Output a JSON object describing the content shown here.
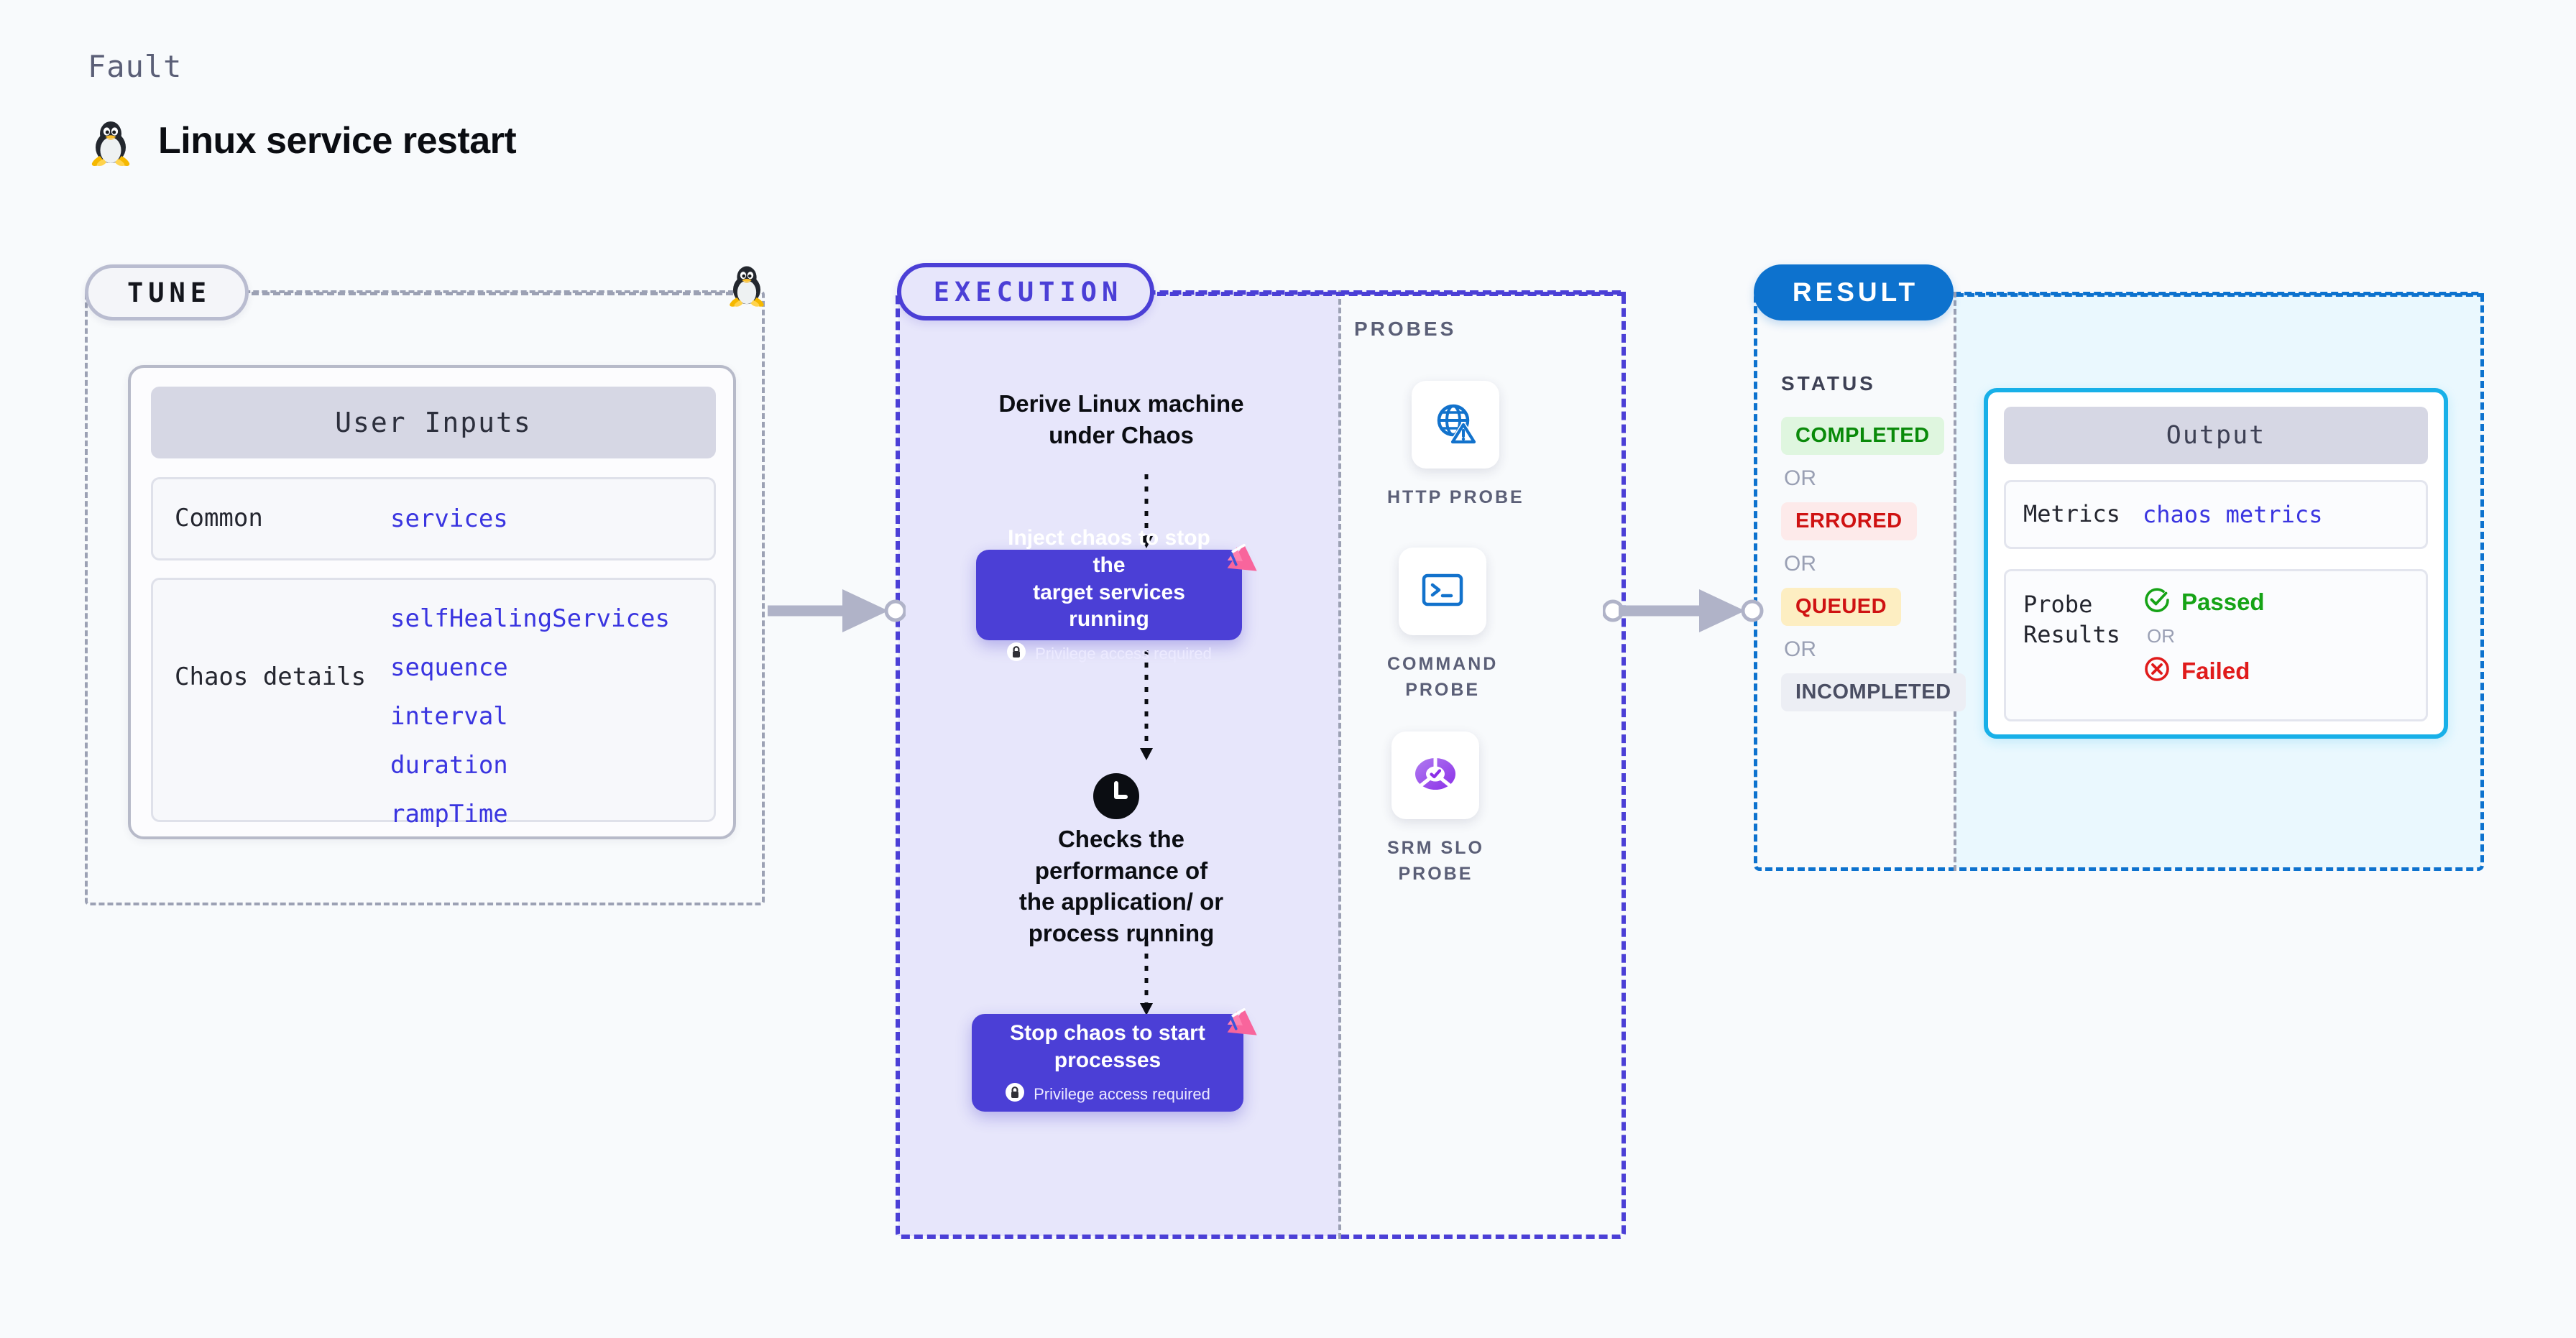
{
  "header": {
    "eyebrow": "Fault",
    "title": "Linux service restart",
    "logo_icon": "tux-penguin-icon"
  },
  "tune": {
    "badge": "TUNE",
    "corner_icon": "tux-penguin-icon",
    "card_title": "User Inputs",
    "sections": [
      {
        "key": "Common",
        "values": [
          "services"
        ]
      },
      {
        "key": "Chaos details",
        "values": [
          "selfHealingServices",
          "sequence",
          "interval",
          "duration",
          "rampTime"
        ]
      }
    ]
  },
  "execution": {
    "badge": "EXECUTION",
    "steps": [
      {
        "type": "text",
        "label": "Derive Linux machine\nunder Chaos"
      },
      {
        "type": "card",
        "label": "Inject chaos to stop the\ntarget services running",
        "note": "Privilege access required",
        "note_icon": "lock-icon",
        "corner_icon": "chaos-badge-icon"
      },
      {
        "type": "icon-text",
        "icon": "clock-icon",
        "label": "Checks the\nperformance of\nthe application/ or\nprocess running"
      },
      {
        "type": "card",
        "label": "Stop chaos to start\nprocesses",
        "note": "Privilege access required",
        "note_icon": "lock-icon",
        "corner_icon": "chaos-badge-icon"
      }
    ],
    "probes_label": "PROBES",
    "probes": [
      {
        "label": "HTTP PROBE",
        "icon": "globe-warning-icon"
      },
      {
        "label": "COMMAND\nPROBE",
        "icon": "terminal-icon"
      },
      {
        "label": "SRM SLO\nPROBE",
        "icon": "slo-donut-check-icon"
      }
    ]
  },
  "result": {
    "badge": "RESULT",
    "status_label": "STATUS",
    "or_label": "OR",
    "statuses": [
      {
        "label": "COMPLETED",
        "variant": "completed"
      },
      {
        "label": "ERRORED",
        "variant": "errored"
      },
      {
        "label": "QUEUED",
        "variant": "queued"
      },
      {
        "label": "INCOMPLETED",
        "variant": "incompleted"
      }
    ],
    "output": {
      "title": "Output",
      "metrics_key": "Metrics",
      "metrics_value": "chaos metrics",
      "probe_results_key": "Probe\nResults",
      "passed_label": "Passed",
      "passed_icon": "check-circle-icon",
      "failed_label": "Failed",
      "failed_icon": "x-circle-icon",
      "or_label": "OR"
    }
  },
  "colors": {
    "purple": "#4b3fd6",
    "blue": "#0d72ce",
    "cyan": "#18b0e8",
    "pink": "#f8659c",
    "green": "#16a316",
    "red": "#e01b1b",
    "gray_dash": "#9ca1b4",
    "value_blue": "#3a35e0"
  }
}
